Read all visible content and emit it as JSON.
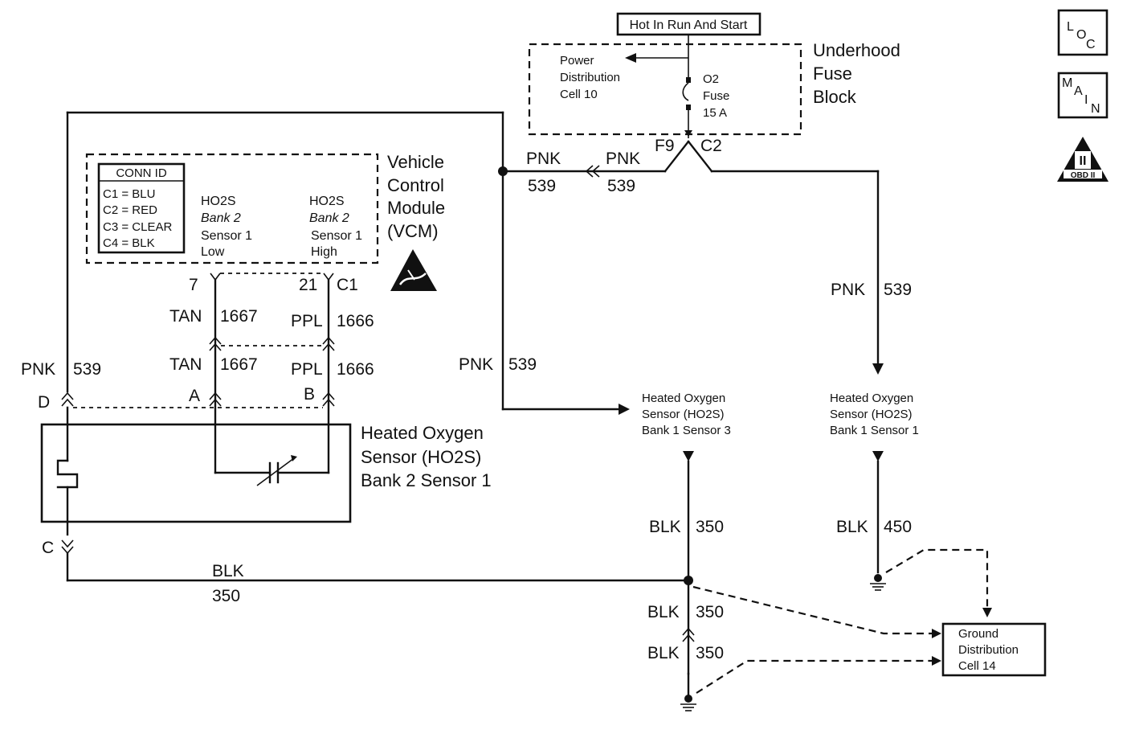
{
  "power_source": {
    "label": "Hot In Run And Start"
  },
  "fuse_block": {
    "title": [
      "Underhood",
      "Fuse",
      "Block"
    ],
    "pdc": [
      "Power",
      "Distribution",
      "Cell 10"
    ],
    "fuse": [
      "O2",
      "Fuse",
      "15 A"
    ],
    "pin_f9": "F9",
    "pin_c2": "C2"
  },
  "vcm": {
    "title": [
      "Vehicle",
      "Control",
      "Module",
      "(VCM)"
    ],
    "conn_id_title": "CONN ID",
    "conn_ids": [
      "C1 = BLU",
      "C2 = RED",
      "C3 = CLEAR",
      "C4 = BLK"
    ],
    "pin_low_label": [
      "HO2S",
      "Bank 2",
      "Sensor 1",
      "Low"
    ],
    "pin_high_label": [
      "HO2S",
      "Bank 2",
      "Sensor 1",
      "High"
    ],
    "pin_low": "7",
    "pin_high": "21",
    "connector": "C1"
  },
  "wires": {
    "pnk_top_color": "PNK",
    "pnk_top_circuit": "539",
    "pnk_mid_color": "PNK",
    "pnk_mid_circuit": "539",
    "pnk_left_color": "PNK",
    "pnk_left_circuit": "539",
    "pnk_center_color": "PNK",
    "pnk_center_circuit": "539",
    "pnk_right_color": "PNK",
    "pnk_right_circuit": "539",
    "tan_upper_color": "TAN",
    "tan_upper_circuit": "1667",
    "tan_lower_color": "TAN",
    "tan_lower_circuit": "1667",
    "ppl_upper_color": "PPL",
    "ppl_upper_circuit": "1666",
    "ppl_lower_color": "PPL",
    "ppl_lower_circuit": "1666",
    "blk_bottom_color": "BLK",
    "blk_bottom_circuit": "350",
    "blk_s3_color": "BLK",
    "blk_s3_circuit": "350",
    "blk_s1_color": "BLK",
    "blk_s1_circuit": "450",
    "blk_g1_color": "BLK",
    "blk_g1_circuit": "350",
    "blk_g2_color": "BLK",
    "blk_g2_circuit": "350"
  },
  "sensor_b2s1": {
    "title": [
      "Heated Oxygen",
      "Sensor (HO2S)",
      "Bank 2 Sensor 1"
    ],
    "pin_d": "D",
    "pin_a": "A",
    "pin_b": "B",
    "pin_c": "C"
  },
  "sensor_b1s3": {
    "title": [
      "Heated Oxygen",
      "Sensor (HO2S)",
      "Bank 1 Sensor 3"
    ]
  },
  "sensor_b1s1": {
    "title": [
      "Heated Oxygen",
      "Sensor (HO2S)",
      "Bank 1 Sensor 1"
    ]
  },
  "ground_dist": {
    "title": [
      "Ground",
      "Distribution",
      "Cell 14"
    ]
  },
  "side_icons": {
    "loc": {
      "l1": "L",
      "l2": "O",
      "l3": "C"
    },
    "main": {
      "l1": "M",
      "l2": "A",
      "l3": "I",
      "l4": "N"
    },
    "obd": {
      "numeral": "II",
      "label": "OBD II"
    }
  }
}
